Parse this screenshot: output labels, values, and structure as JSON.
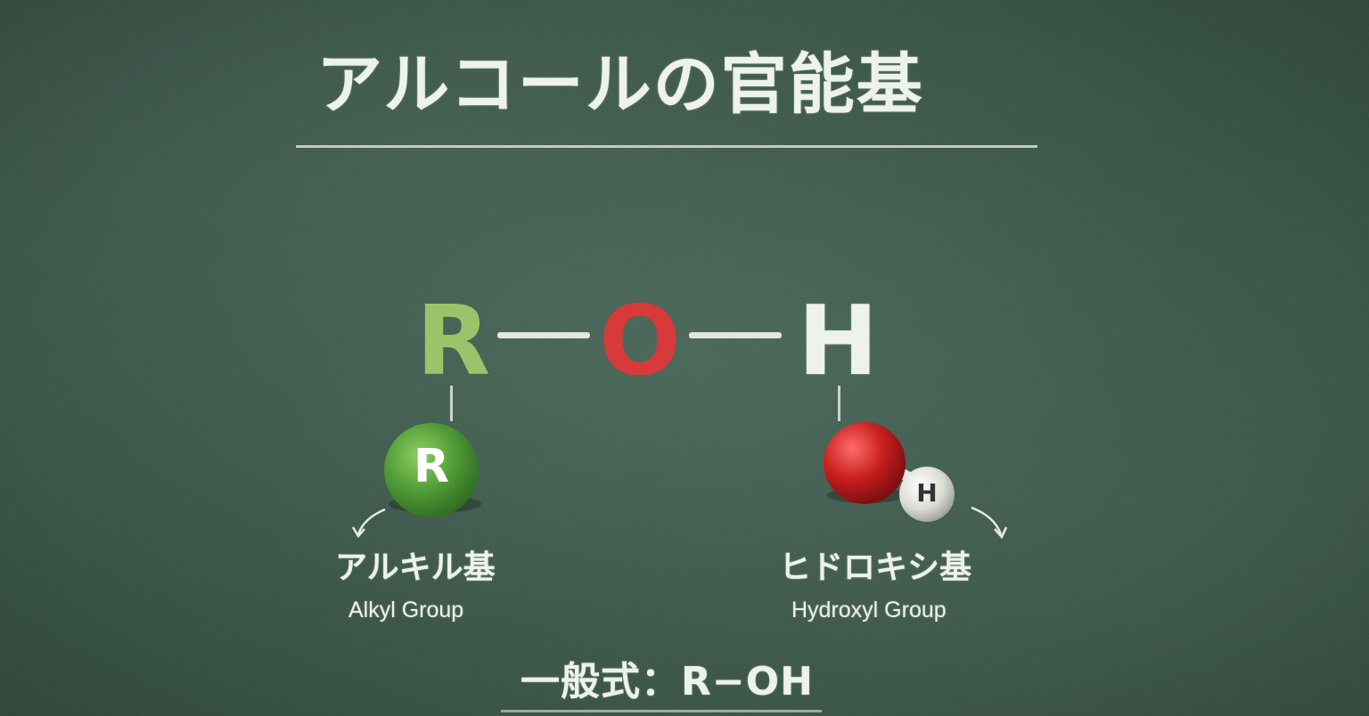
{
  "title": "アルコールの官能基",
  "formula": {
    "r": "R",
    "o": "O",
    "h": "H"
  },
  "alkyl": {
    "ball": "R",
    "label_jp": "アルキル基",
    "label_en": "Alkyl Group"
  },
  "hydroxyl": {
    "ball": "H",
    "label_jp": "ヒドロキシ基",
    "label_en": "Hydroxyl Group"
  },
  "general_formula": "一般式：R−OH",
  "colors": {
    "board": "#344f42",
    "chalk_white": "#eef2ec",
    "r_green": "#9bc46a",
    "o_red": "#d8393b",
    "alkyl_ball_green": "#4f9a36",
    "oxygen_ball_red": "#c81e1e"
  }
}
